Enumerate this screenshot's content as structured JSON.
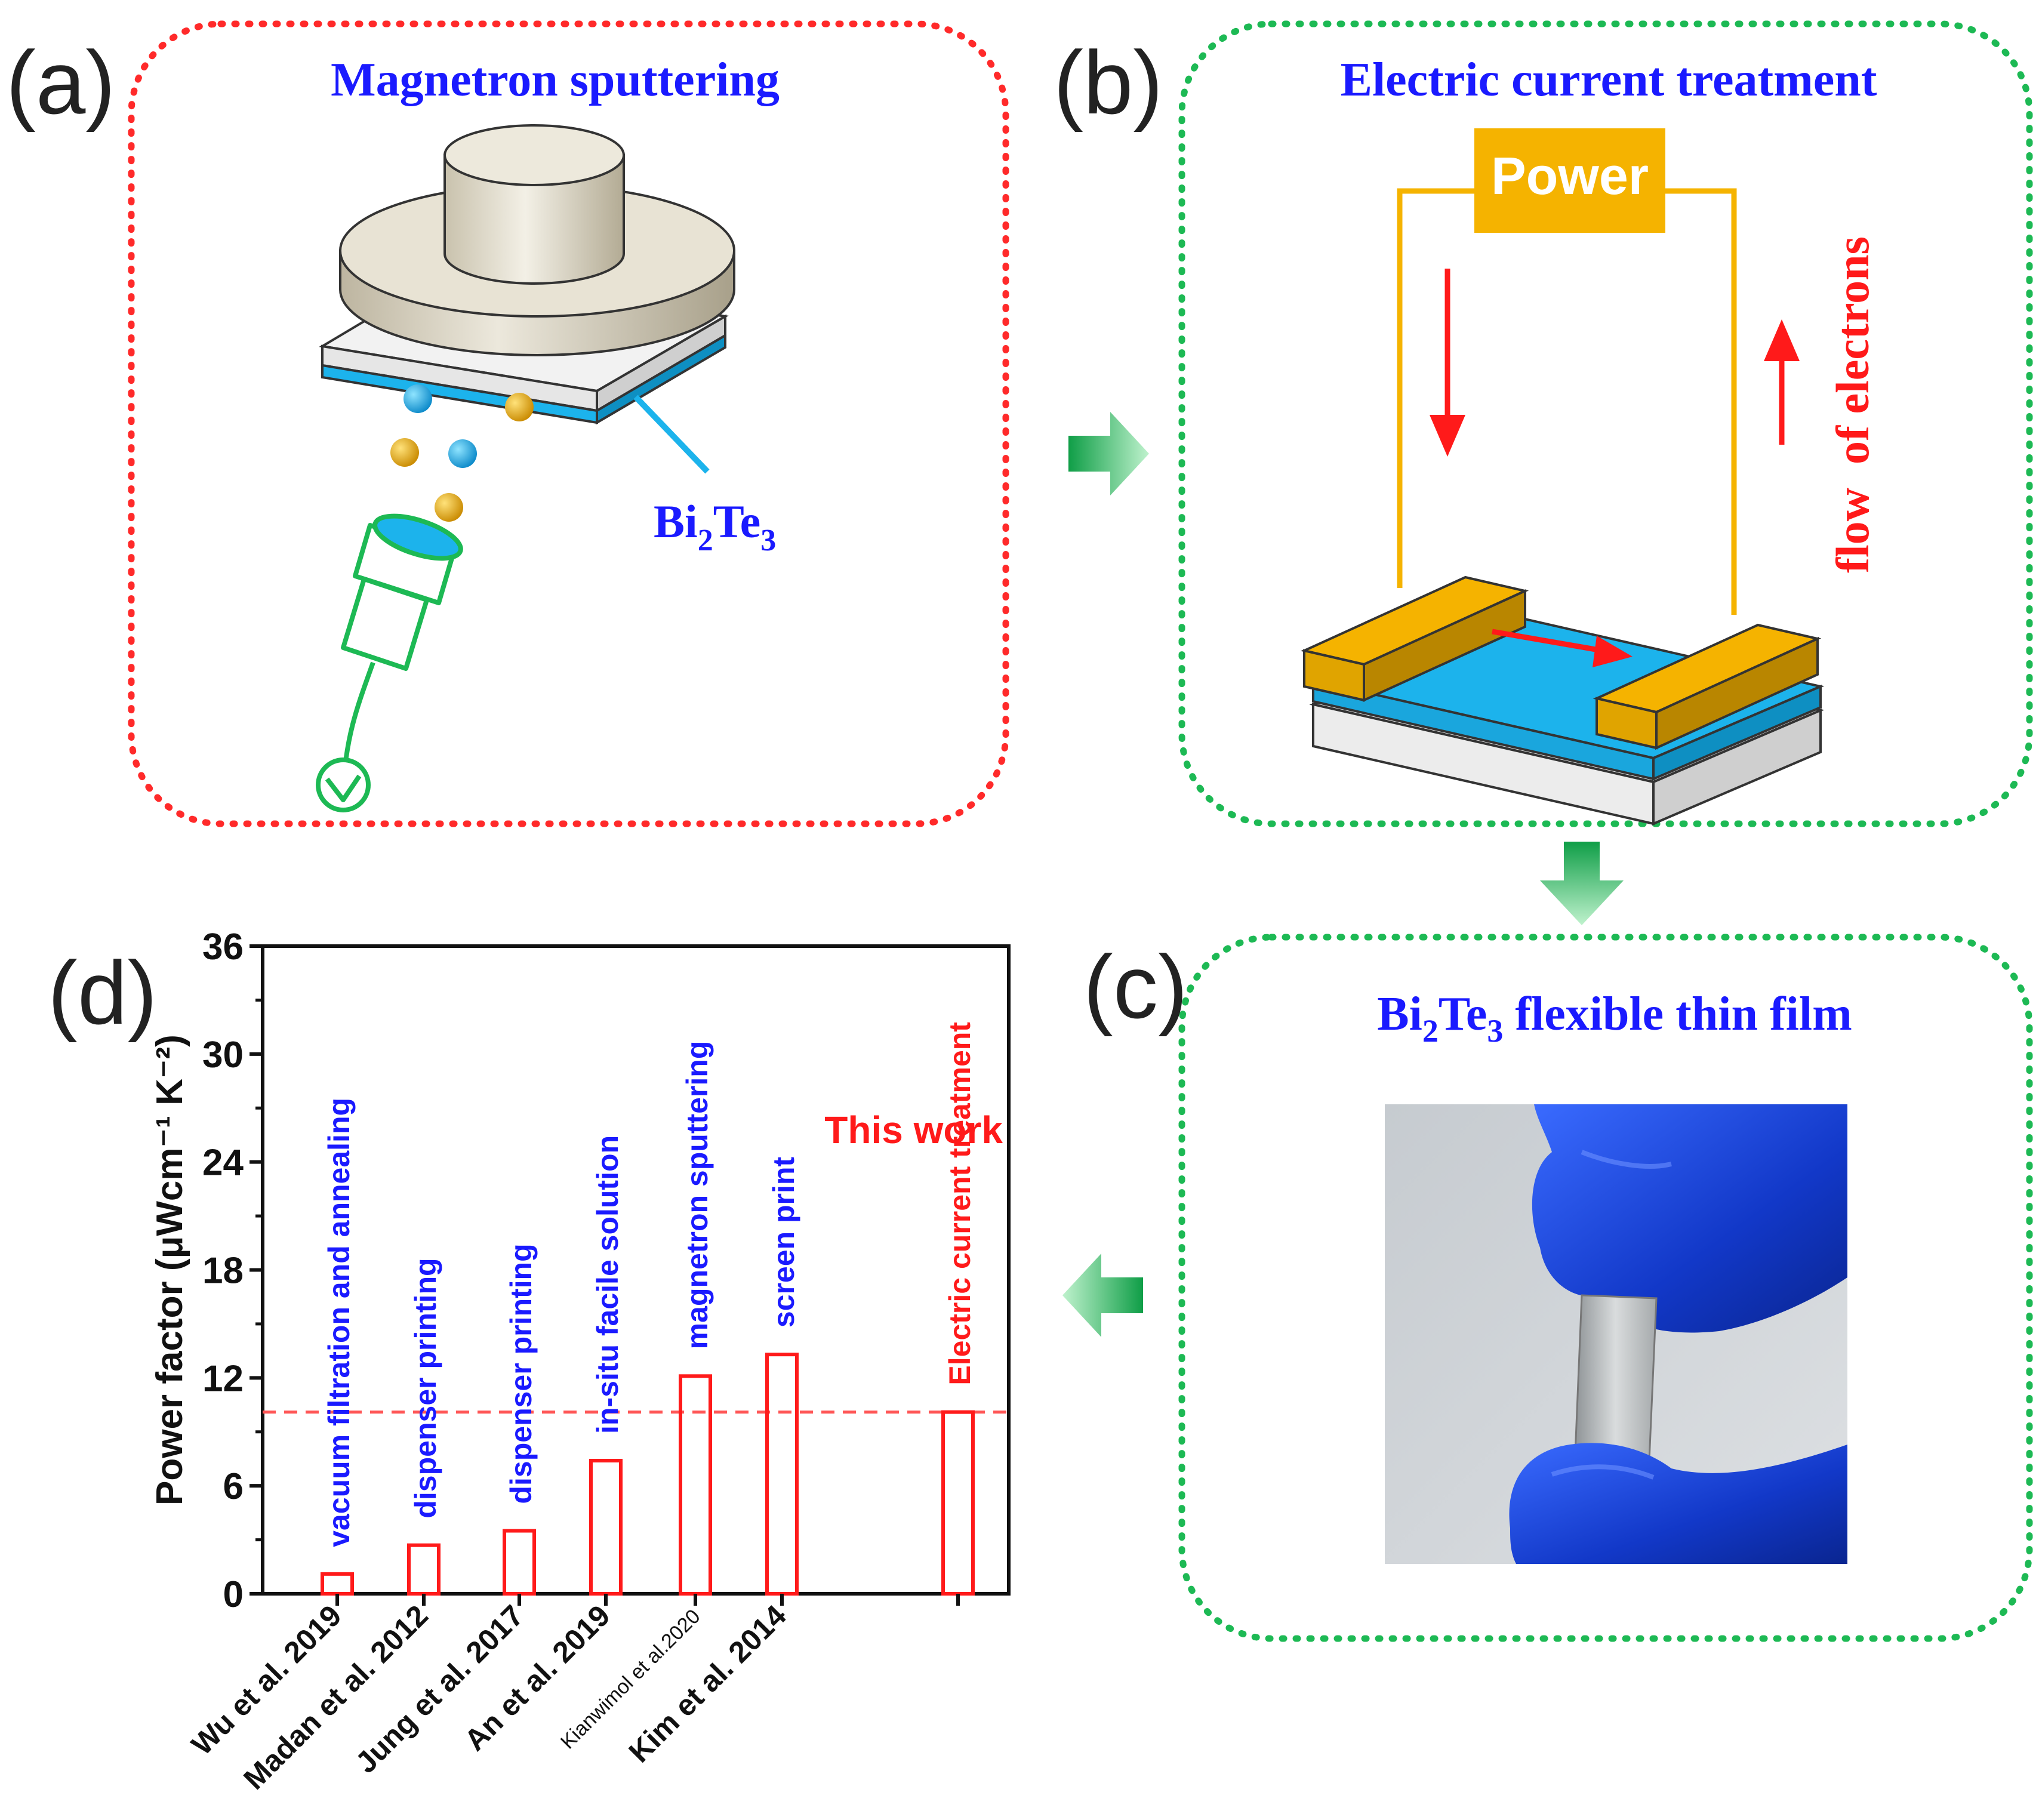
{
  "panels": {
    "a": {
      "label": "(a)",
      "title": "Magnetron sputtering",
      "material": {
        "main": "Bi",
        "sub1": "2",
        "mid": "Te",
        "sub2": "3"
      }
    },
    "b": {
      "label": "(b)",
      "title": "Electric current treatment",
      "power_label": "Power",
      "flow_label": "flow  of electrons"
    },
    "c": {
      "label": "(c)",
      "title": {
        "main": "Bi",
        "sub1": "2",
        "mid": "Te",
        "sub2": "3",
        "rest": " flexible thin film"
      }
    },
    "d": {
      "label": "(d)"
    }
  },
  "colors": {
    "panel_a_border": "#ff2a2a",
    "panel_bc_border": "#1db954",
    "title_blue": "#1a1aff",
    "accent_red": "#ff1a1a",
    "power_gold": "#f5b300",
    "film_blue": "#1cb3ec",
    "arrow_green": "#22b85a",
    "glove_blue": "#1844d8"
  },
  "arrows": {
    "a_to_b": "right-arrow",
    "b_to_c": "down-arrow",
    "c_to_d": "left-arrow"
  },
  "chart_data": {
    "type": "bar",
    "ylabel": "Power factor (μWcm⁻¹ K⁻²)",
    "ylim": [
      0,
      36
    ],
    "yticks": [
      0,
      6,
      12,
      18,
      24,
      30,
      36
    ],
    "categories": [
      "Wu et al. 2019",
      "Madan et al. 2012",
      "Jung et al. 2017",
      "An et al. 2019",
      "Kianwimol et al.2020",
      "Kim et al. 2014",
      ""
    ],
    "values": [
      1.1,
      2.7,
      3.5,
      7.4,
      12.1,
      13.3,
      10.1
    ],
    "bar_labels": [
      "vacuum filtration and annealing",
      "dispenser printing",
      "dispenser printing",
      "in-situ facile solution",
      "magnetron sputtering",
      "screen print",
      "Electric current treatment"
    ],
    "bar_label_colors": [
      "#1a1aff",
      "#1a1aff",
      "#1a1aff",
      "#1a1aff",
      "#1a1aff",
      "#1a1aff",
      "#ff1a1a"
    ],
    "reference_line": {
      "value": 10.1,
      "label": "This work",
      "style": "dashed"
    },
    "bar_color": "#ff1a1a",
    "grid": false
  }
}
